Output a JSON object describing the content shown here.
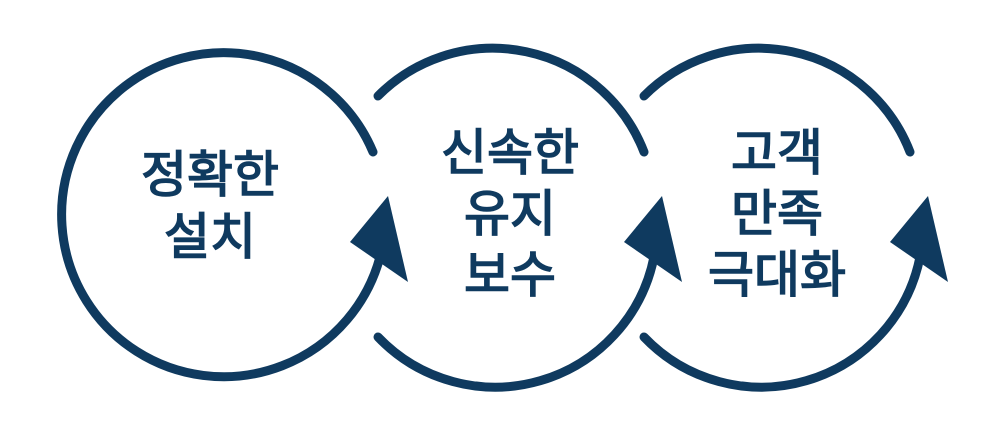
{
  "colors": {
    "primary": "#0f3a5f",
    "background": "#ffffff"
  },
  "stages": [
    {
      "lines": [
        "정확한",
        "설치"
      ]
    },
    {
      "lines": [
        "신속한",
        "유지",
        "보수"
      ]
    },
    {
      "lines": [
        "고객",
        "만족",
        "극대화"
      ]
    }
  ],
  "icons": [
    "arrowhead-icon",
    "arrowhead-icon",
    "arrowhead-icon"
  ]
}
